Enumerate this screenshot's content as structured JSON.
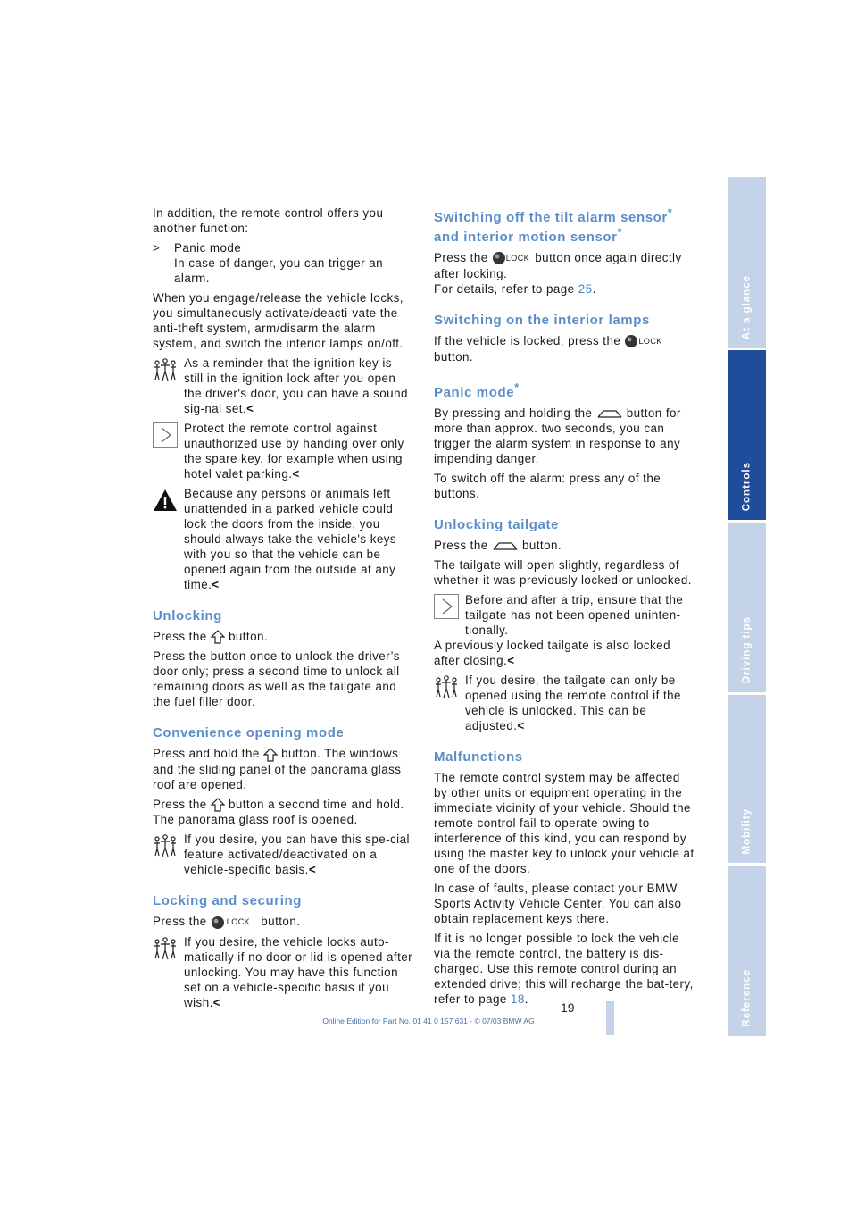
{
  "left": {
    "intro": "In addition, the remote control offers you another function:",
    "bullet_mark": ">",
    "bullet_title": "Panic mode",
    "bullet_text": "In case of danger, you can trigger an alarm.",
    "p_engage": "When you engage/release the vehicle locks, you simultaneously activate/deacti-vate the anti-theft system, arm/disarm the alarm system, and switch the interior lamps on/off.",
    "note1": "As a reminder that the ignition key is still in the ignition lock after you open the driver's door, you can have a sound sig-nal set.",
    "note2": "Protect the remote control against unauthorized use by handing over only the spare key, for example when using hotel valet parking.",
    "note3": "Because any persons or animals left unattended in a parked vehicle could lock the doors from the inside, you should always take the vehicle's keys with you so that the vehicle can be opened again from the outside at any time.",
    "h_unlocking": "Unlocking",
    "unlock_p1_a": "Press the",
    "unlock_p1_b": "button.",
    "unlock_p2": "Press the button once to unlock the driver’s door only; press a second time to unlock all remaining doors as well as the tailgate and the fuel filler door.",
    "h_convenience": "Convenience opening mode",
    "conv_p1_a": "Press and hold the",
    "conv_p1_b": "button. The windows and the sliding panel of the panorama glass roof are opened.",
    "conv_p2_a": "Press the",
    "conv_p2_b": "button a second time and hold. The panorama glass roof is opened.",
    "note4": "If you desire, you can have this spe-cial feature activated/deactivated on a vehicle-specific basis.",
    "h_locking": "Locking and securing",
    "lock_p1_a": "Press the",
    "lock_p1_b": "button.",
    "note5": "If you desire, the vehicle locks auto-matically if no door or lid is opened after unlocking. You may have this function set on a vehicle-specific basis if you wish."
  },
  "right": {
    "h_tilt_a": "Switching off the tilt alarm sensor",
    "h_tilt_b": "and interior motion sensor",
    "star": "*",
    "tilt_p1_a": "Press the",
    "tilt_p1_b": "button once again directly after locking.",
    "tilt_p1_c": "For details, refer to page",
    "tilt_page": "25",
    "period": ".",
    "h_interior": "Switching on the interior lamps",
    "int_p1_a": "If the vehicle is locked, press the",
    "int_p1_b": "button.",
    "h_panic": "Panic mode",
    "panic_p1_a": "By pressing and holding the",
    "panic_p1_b": "button for more than approx. two seconds, you can trigger the alarm system in response to any impending danger.",
    "panic_p2": "To switch off the alarm: press any of the buttons.",
    "h_tailgate": "Unlocking tailgate",
    "tail_p1_a": "Press the",
    "tail_p1_b": "button.",
    "tail_p2": "The tailgate will open slightly, regardless of whether it was previously locked or unlocked.",
    "note6": "Before and after a trip, ensure that the tailgate has not been opened uninten-tionally.",
    "note6b": "A previously locked tailgate is also locked after closing.",
    "note7": "If you desire, the tailgate can only be opened using the remote control if the vehicle is unlocked. This can be adjusted.",
    "h_malfunctions": "Malfunctions",
    "mal_p1": "The remote control system may be affected by other units or equipment operating in the immediate vicinity of your vehicle. Should the remote control fail to operate owing to interference of this kind, you can respond by using the master key to unlock your vehicle at one of the doors.",
    "mal_p2": "In case of faults, please contact your BMW Sports Activity Vehicle Center. You can also obtain replacement keys there.",
    "mal_p3_a": "If it is no longer possible to lock the vehicle via the remote control, the battery is dis-charged. Use this remote control during an extended drive; this will recharge the bat-tery, refer to page",
    "mal_page": "18"
  },
  "end_mark": "<",
  "lock_label": "LOCK",
  "page_number": "19",
  "footer": "Online Edition for Part No. 01 41 0 157 631 - © 07/03 BMW AG",
  "side_tabs": [
    "At a glance",
    "Controls",
    "Driving tips",
    "Mobility",
    "Reference"
  ],
  "colors": {
    "heading": "#5b8ec9",
    "tab": "#c5d3e8",
    "tab_active": "#1f4c9b",
    "link": "#4a7fc1"
  }
}
